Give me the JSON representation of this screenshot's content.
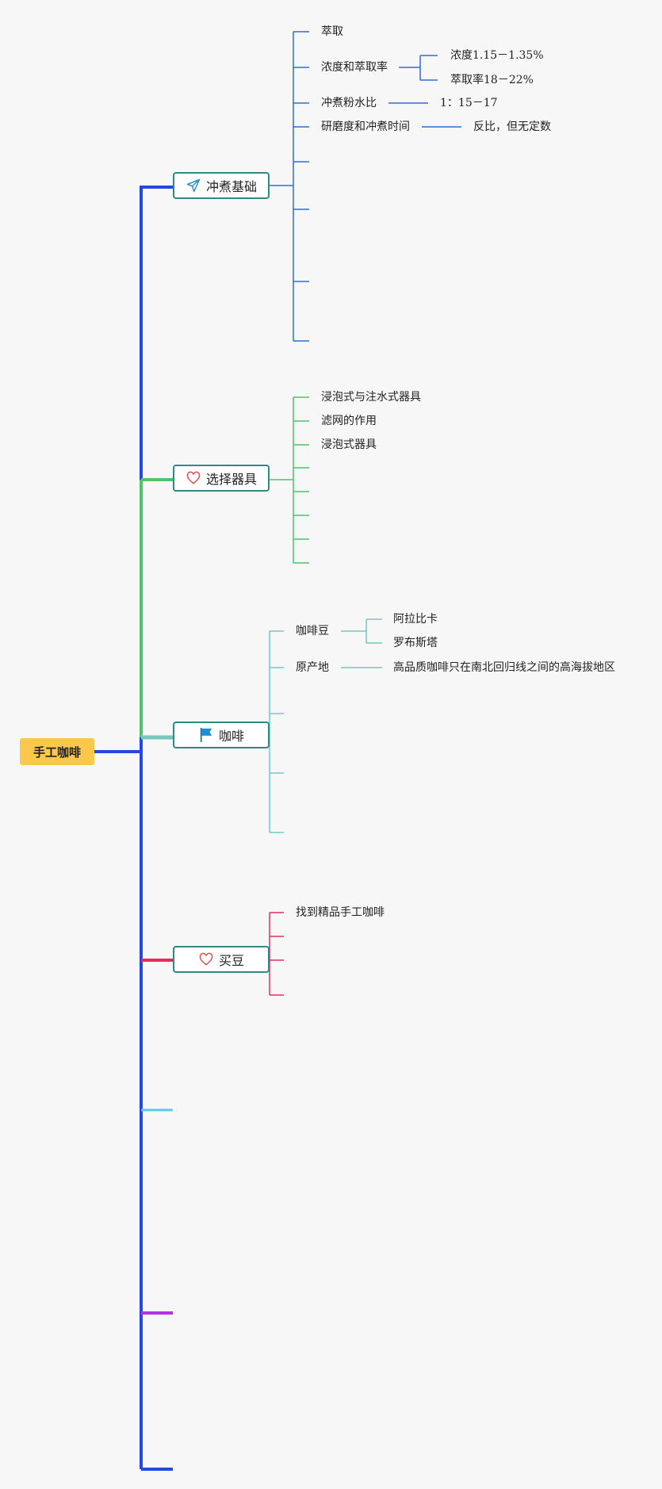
{
  "root": {
    "label": "手工咖啡"
  },
  "branches": {
    "brewing": {
      "label": "冲煮基础",
      "icon": "paper-plane-icon",
      "items": {
        "extraction": "萃取",
        "concentration": "浓度和萃取率",
        "concentration_value": "浓度1.15－1.35%",
        "extraction_rate": "萃取率18－22%",
        "ratio": "冲煮粉水比",
        "ratio_value": "1：15－17",
        "grind_time": "研磨度和冲煮时间",
        "grind_time_value": "反比，但无定数"
      }
    },
    "equipment": {
      "label": "选择器具",
      "icon": "heart-icon",
      "items": {
        "immersion_vs_pour": "浸泡式与注水式器具",
        "filter_role": "滤网的作用",
        "immersion": "浸泡式器具"
      }
    },
    "coffee": {
      "label": "咖啡",
      "icon": "flag-icon",
      "items": {
        "beans": "咖啡豆",
        "arabica": "阿拉比卡",
        "robusta": "罗布斯塔",
        "origin": "原产地",
        "origin_value": "高品质咖啡只在南北回归线之间的高海拔地区"
      }
    },
    "buy": {
      "label": "买豆",
      "icon": "heart-icon",
      "items": {
        "find_specialty": "找到精品手工咖啡"
      }
    }
  },
  "colors": {
    "trunk": "#2349e0",
    "brewing": "#2d6fd8",
    "equipment": "#4cc46a",
    "coffee": "#74c8c0",
    "buy": "#e0305a",
    "extra1": "#5ac8f0",
    "extra2": "#b82de8",
    "node_border": "#2e8b84",
    "root_bg": "#fcc84c"
  }
}
